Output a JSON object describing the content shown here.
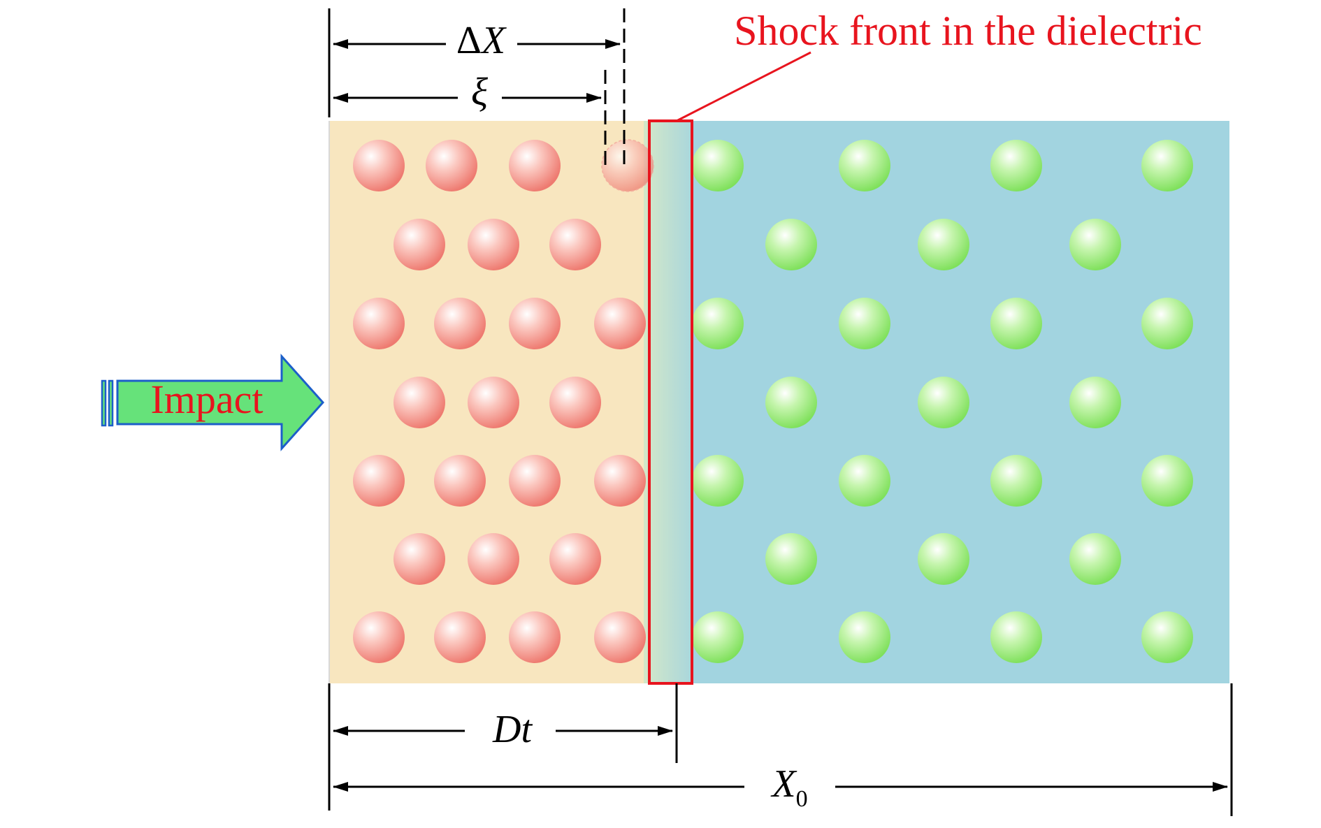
{
  "labels": {
    "delta_x_symbol": "Δ",
    "delta_x_var": "X",
    "xi": "ξ",
    "dt": "Dt",
    "x0_var": "X",
    "x0_sub": "0",
    "shock_front": "Shock front in the dielectric",
    "impact": "Impact"
  },
  "colors": {
    "compressed_region": "#f8e6bf",
    "dielectric_region": "#a2d4e0",
    "shocked_particle": "#f4887e",
    "unshocked_particle": "#8ee86e",
    "shock_front_box": "#e8141e",
    "annotation_text": "#e8141e",
    "arrow_fill": "#66e27a",
    "arrow_stroke": "#1c5fc9"
  }
}
